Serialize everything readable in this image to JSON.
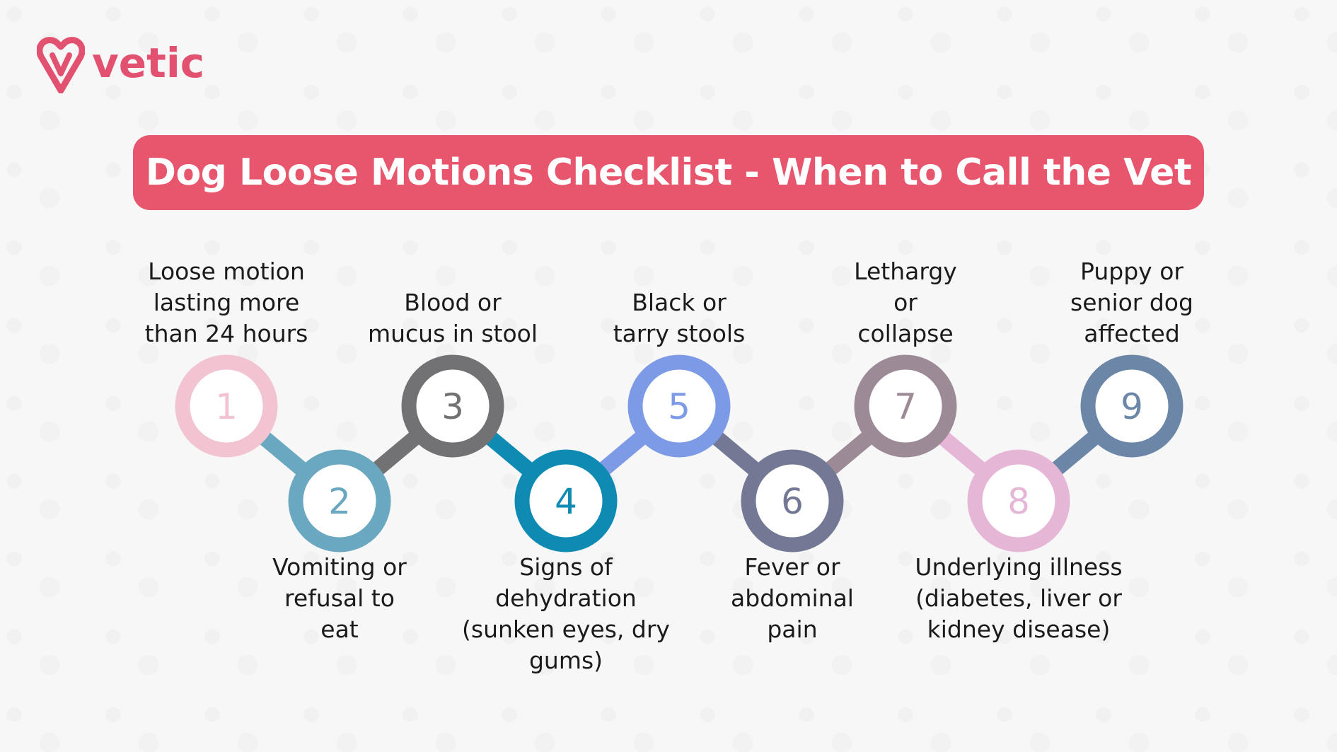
{
  "brand": {
    "name": "vetic",
    "color": "#e25270"
  },
  "title": "Dog Loose Motions Checklist - When to Call the Vet",
  "banner_color": "#e8566e",
  "steps": [
    {
      "number": "1",
      "label": "Loose motion\nlasting more\nthan 24 hours",
      "color": "#f2c4d2",
      "position": "top"
    },
    {
      "number": "2",
      "label": "Vomiting or\nrefusal to\neat",
      "color": "#6aa8c2",
      "position": "bottom"
    },
    {
      "number": "3",
      "label": "Blood or\nmucus in stool",
      "color": "#727275",
      "position": "top"
    },
    {
      "number": "4",
      "label": "Signs of\ndehydration\n(sunken eyes, dry\ngums)",
      "color": "#0f8ab2",
      "position": "bottom"
    },
    {
      "number": "5",
      "label": "Black or\ntarry stools",
      "color": "#7c9ae6",
      "position": "top"
    },
    {
      "number": "6",
      "label": "Fever or\nabdominal\npain",
      "color": "#737994",
      "position": "bottom"
    },
    {
      "number": "7",
      "label": "Lethargy\nor\ncollapse",
      "color": "#9c8a96",
      "position": "top"
    },
    {
      "number": "8",
      "label": "Underlying illness\n(diabetes, liver or\nkidney disease)",
      "color": "#e6b6d6",
      "position": "bottom"
    },
    {
      "number": "9",
      "label": "Puppy or\nsenior dog\naffected",
      "color": "#6c86a8",
      "position": "top"
    }
  ]
}
